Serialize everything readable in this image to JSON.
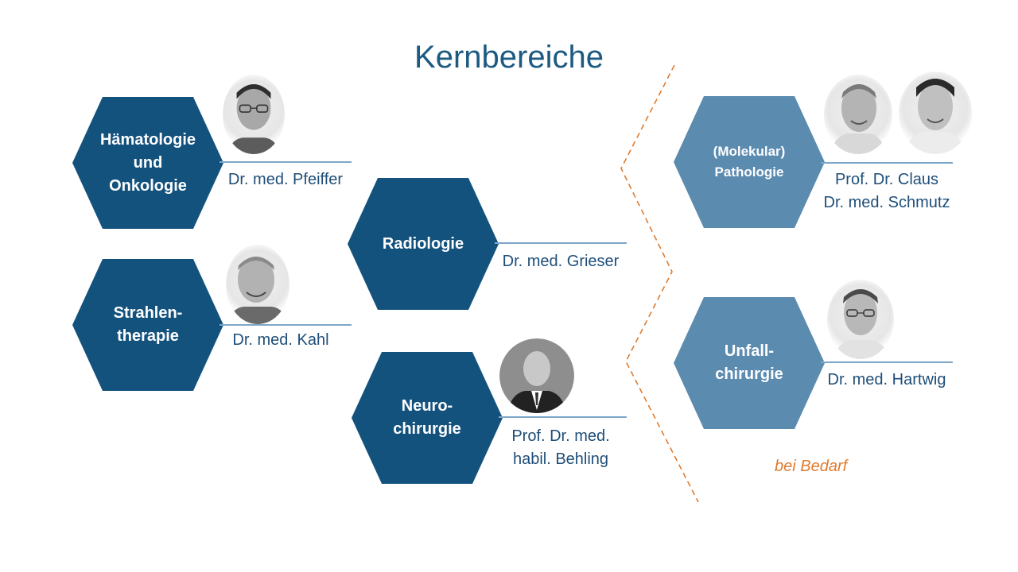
{
  "title": "Kernbereiche",
  "colors": {
    "hex_dark": "#14527e",
    "hex_light": "#5c8bb0",
    "title": "#1c5a82",
    "name_text": "#1f4e79",
    "connector_line": "#7ea6c9",
    "divider": "#e07b2e"
  },
  "areas": [
    {
      "label_lines": [
        "Hämatologie",
        "und",
        "Onkologie"
      ],
      "doctor_lines": [
        "Dr. med. Pfeiffer"
      ]
    },
    {
      "label_lines": [
        "Strahlen-",
        "therapie"
      ],
      "doctor_lines": [
        "Dr. med. Kahl"
      ]
    },
    {
      "label_lines": [
        "Radiologie"
      ],
      "doctor_lines": [
        "Dr. med. Grieser"
      ]
    },
    {
      "label_lines": [
        "Neuro-",
        "chirurgie"
      ],
      "doctor_lines": [
        "Prof. Dr. med.",
        "habil. Behling"
      ]
    },
    {
      "label_lines": [
        "(Molekular)",
        "Pathologie"
      ],
      "doctor_lines": [
        "Prof. Dr. Claus",
        "Dr. med. Schmutz"
      ]
    },
    {
      "label_lines": [
        "Unfall-",
        "chirurgie"
      ],
      "doctor_lines": [
        "Dr. med. Hartwig"
      ]
    }
  ],
  "note": "bei Bedarf",
  "icons": {
    "portrait": "person-portrait-icon"
  }
}
